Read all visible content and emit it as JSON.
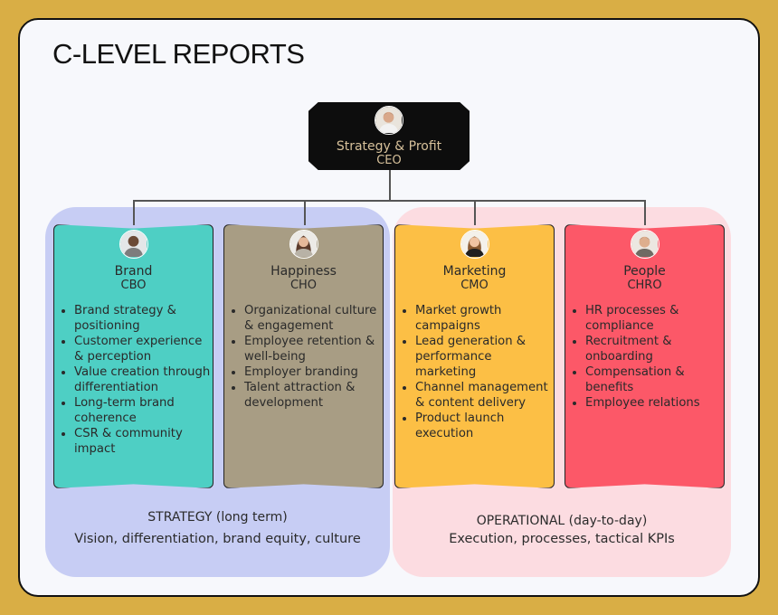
{
  "title": "C-LEVEL REPORTS",
  "ceo": {
    "role": "Strategy & Profit",
    "code": "CEO"
  },
  "zones": {
    "strategy": {
      "label": "STRATEGY (long term)",
      "description": "Vision, differentiation, brand equity, culture"
    },
    "operational": {
      "label": "OPERATIONAL (day-to-day)",
      "description": "Execution, processes, tactical KPIs"
    }
  },
  "cards": [
    {
      "role": "Brand",
      "code": "CBO",
      "color": "#4ecfc4",
      "items": [
        "Brand strategy & positioning",
        "Customer experience & perception",
        "Value creation through differentiation",
        "Long-term brand coherence",
        "CSR & community impact"
      ]
    },
    {
      "role": "Happiness",
      "code": "CHO",
      "color": "#a89d84",
      "items": [
        "Organizational culture & engagement",
        "Employee retention & well-being",
        "Employer branding",
        "Talent attraction & development"
      ]
    },
    {
      "role": "Marketing",
      "code": "CMO",
      "color": "#fcbf45",
      "items": [
        "Market growth campaigns",
        "Lead generation & performance marketing",
        "Channel management & content delivery",
        "Product launch execution"
      ]
    },
    {
      "role": "People",
      "code": "CHRO",
      "color": "#fc5868",
      "items": [
        "HR processes & compliance",
        "Recruitment & onboarding",
        "Compensation & benefits",
        "Employee relations"
      ]
    }
  ],
  "colors": {
    "background": "#d9ae45",
    "frame": "#f7f8fc",
    "ceo_box": "#0d0d0d",
    "ceo_text": "#d6c09a",
    "strategy_zone": "#c7cdf4",
    "operational_zone": "#fcdce1"
  }
}
